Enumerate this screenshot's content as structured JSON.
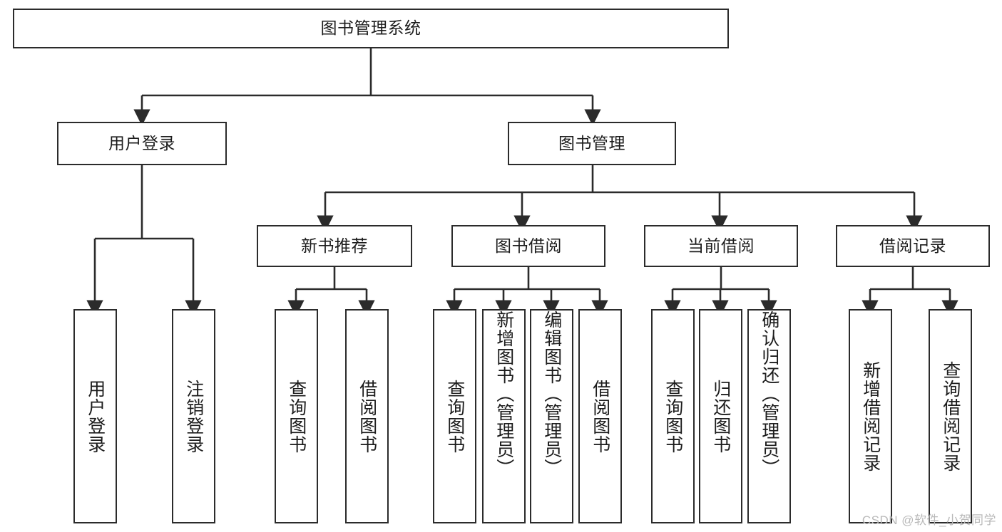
{
  "diagram": {
    "title": "图书管理系统",
    "watermark": "CSDN @软件_小贺同学",
    "stroke_color": "#2b2b2b",
    "background_color": "#ffffff",
    "text_color": "#1c1c1c",
    "watermark_color": "#b9b9b9",
    "type": "tree",
    "root": {
      "label": "图书管理系统"
    },
    "level2": [
      {
        "label": "用户登录"
      },
      {
        "label": "图书管理"
      }
    ],
    "level3": [
      {
        "label": "新书推荐"
      },
      {
        "label": "图书借阅"
      },
      {
        "label": "当前借阅"
      },
      {
        "label": "借阅记录"
      }
    ],
    "leaves": {
      "user_login": [
        {
          "label": "用户登录"
        },
        {
          "label": "注销登录"
        }
      ],
      "new_book": [
        {
          "label": "查询图书"
        },
        {
          "label": "借阅图书"
        }
      ],
      "book_borrow": [
        {
          "label": "查询图书"
        },
        {
          "label": "新增图书（管理员）"
        },
        {
          "label": "编辑图书（管理员）"
        },
        {
          "label": "借阅图书"
        }
      ],
      "current_borrow": [
        {
          "label": "查询图书"
        },
        {
          "label": "归还图书"
        },
        {
          "label": "确认归还（管理员）"
        }
      ],
      "borrow_record": [
        {
          "label": "新增借阅记录"
        },
        {
          "label": "查询借阅记录"
        }
      ]
    }
  }
}
